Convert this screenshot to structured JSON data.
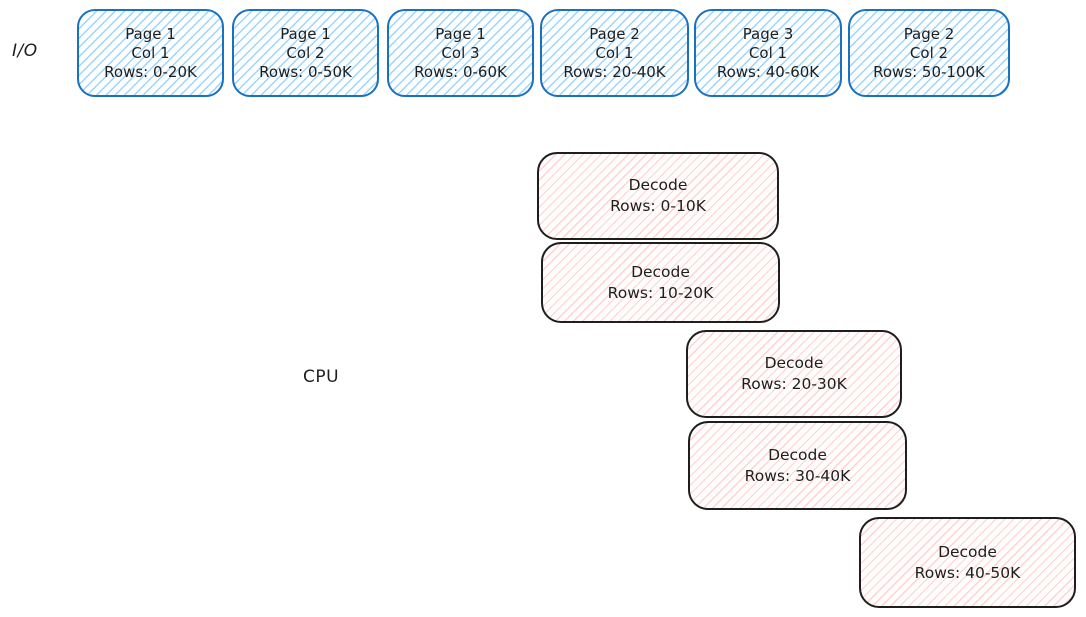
{
  "diagram": {
    "title_semantics": "Parquet read pipeline: I/O page fetches overlapping CPU decode work",
    "lanes": {
      "io_label": "I/O",
      "cpu_label": "CPU"
    },
    "io_boxes": [
      {
        "page": "Page 1",
        "col": "Col 1",
        "rows": "Rows: 0-20K"
      },
      {
        "page": "Page 1",
        "col": "Col 2",
        "rows": "Rows: 0-50K"
      },
      {
        "page": "Page 1",
        "col": "Col 3",
        "rows": "Rows: 0-60K"
      },
      {
        "page": "Page 2",
        "col": "Col 1",
        "rows": "Rows: 20-40K"
      },
      {
        "page": "Page 3",
        "col": "Col 1",
        "rows": "Rows: 40-60K"
      },
      {
        "page": "Page 2",
        "col": "Col 2",
        "rows": "Rows: 50-100K"
      }
    ],
    "decode_boxes": [
      {
        "title": "Decode",
        "rows": "Rows: 0-10K"
      },
      {
        "title": "Decode",
        "rows": "Rows: 10-20K"
      },
      {
        "title": "Decode",
        "rows": "Rows: 20-30K"
      },
      {
        "title": "Decode",
        "rows": "Rows: 30-40K"
      },
      {
        "title": "Decode",
        "rows": "Rows: 40-50K"
      }
    ],
    "colors": {
      "io_border": "#1971c2",
      "io_hatch": "#a5d8ff",
      "decode_border": "#1e1e1e",
      "decode_hatch": "#ffc9c9",
      "text": "#1e1e1e",
      "background": "#ffffff"
    }
  }
}
